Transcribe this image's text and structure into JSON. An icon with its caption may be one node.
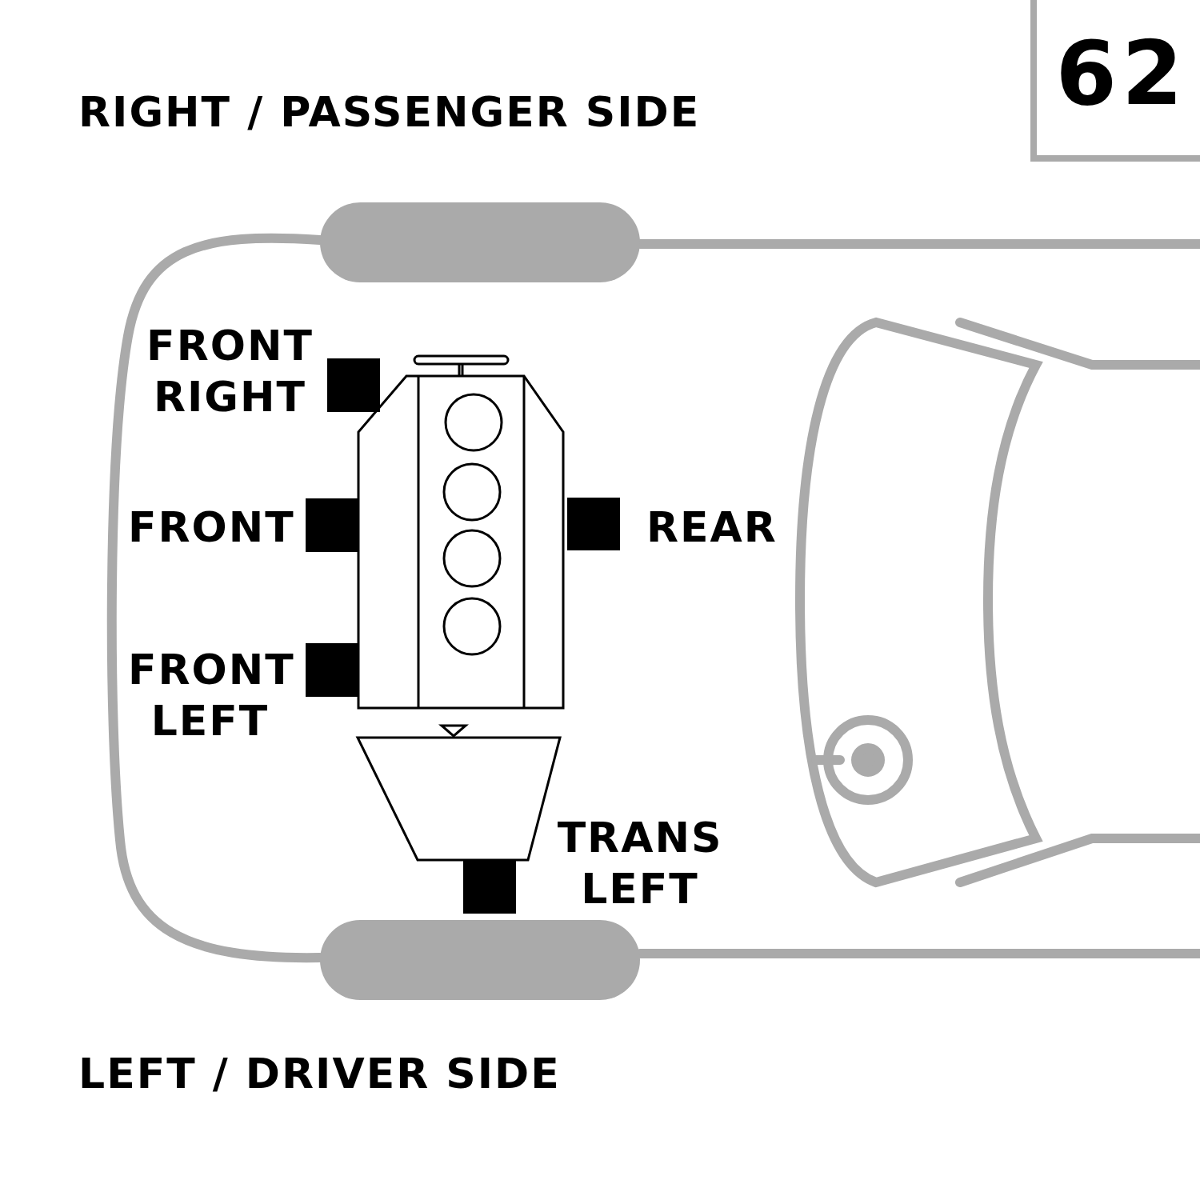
{
  "diagram": {
    "nodes": [
      {
        "text": [
          "62"
        ]
      }
    ],
    "labels": [
      "RIGHT / PASSENGER SIDE",
      "FRONT RIGHT",
      "FRONT",
      "REAR",
      "FRONT LEFT",
      "TRANS LEFT",
      "LEFT / DRIVER SIDE"
    ]
  }
}
